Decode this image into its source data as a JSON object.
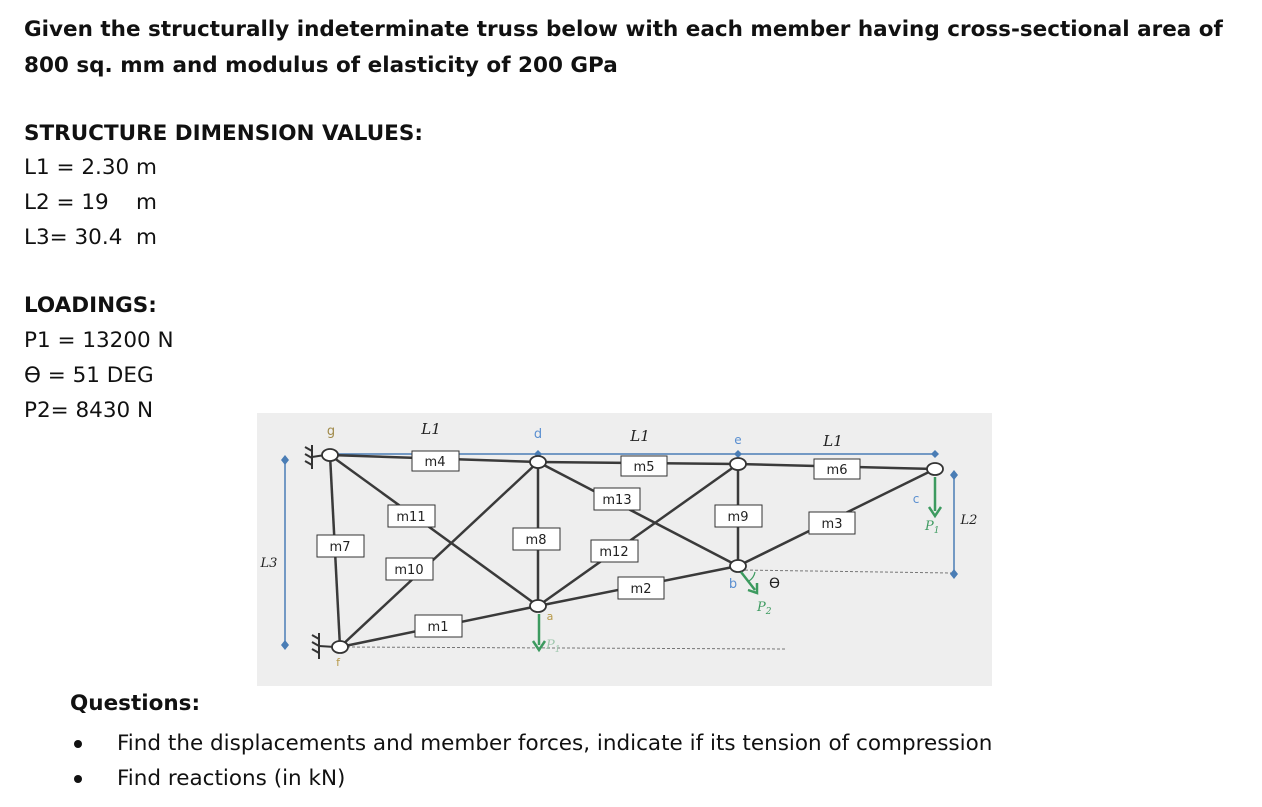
{
  "problem": {
    "statement": "Given the structurally indeterminate truss below with each member having cross-sectional area of 800 sq. mm and modulus of elasticity of 200 GPa"
  },
  "dimensions": {
    "heading": "STRUCTURE DIMENSION VALUES:",
    "items": [
      "L1 = 2.30 m",
      "L2 = 19    m",
      "L3= 30.4  m"
    ]
  },
  "loadings": {
    "heading": "LOADINGS:",
    "items": [
      "P1 = 13200 N",
      "ϴ = 51 DEG",
      "P2= 8430 N"
    ]
  },
  "figure": {
    "colors": {
      "background": "#eeeeee",
      "member": "#3a3a3a",
      "dimension": "#4a7db5",
      "load": "#3c9a5f",
      "node_label": "#5a8fd0"
    },
    "dimension_labels": {
      "L1": "L1",
      "L2": "L2",
      "L3": "L3"
    },
    "node_labels": {
      "g": "g",
      "d": "d",
      "e": "e",
      "c": "c",
      "b": "b",
      "a": "a",
      "f": "f"
    },
    "members": {
      "m1": "m1",
      "m2": "m2",
      "m3": "m3",
      "m4": "m4",
      "m5": "m5",
      "m6": "m6",
      "m7": "m7",
      "m8": "m8",
      "m9": "m9",
      "m10": "m10",
      "m11": "m11",
      "m12": "m12",
      "m13": "m13"
    },
    "loads": {
      "P1": "P",
      "P1_sub": "1",
      "P2": "P",
      "P2_sub": "2",
      "theta": "ϴ"
    }
  },
  "questions": {
    "heading": "Questions:",
    "items": [
      "Find the displacements and member forces, indicate if its tension of compression",
      "Find reactions (in kN)"
    ]
  }
}
